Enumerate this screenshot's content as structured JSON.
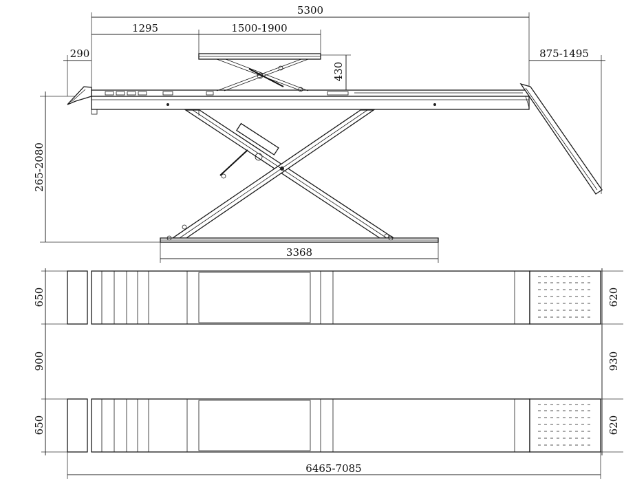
{
  "drawing": {
    "side_view": {
      "overall_length": "5300",
      "front_ramp_offset": "1295",
      "secondary_platform_travel": "1500-1900",
      "front_ramp_length": "290",
      "rear_ramp_length": "875-1495",
      "secondary_lift_height": "430",
      "lift_height_range": "265-2080",
      "base_length": "3368"
    },
    "top_view": {
      "platform_width_left_top": "650",
      "platform_width_left_bottom": "650",
      "inner_gap_left": "900",
      "ramp_width_right_top": "620",
      "ramp_width_right_bottom": "620",
      "inner_gap_right": "930",
      "overall_length_with_ramps": "6465-7085"
    }
  }
}
